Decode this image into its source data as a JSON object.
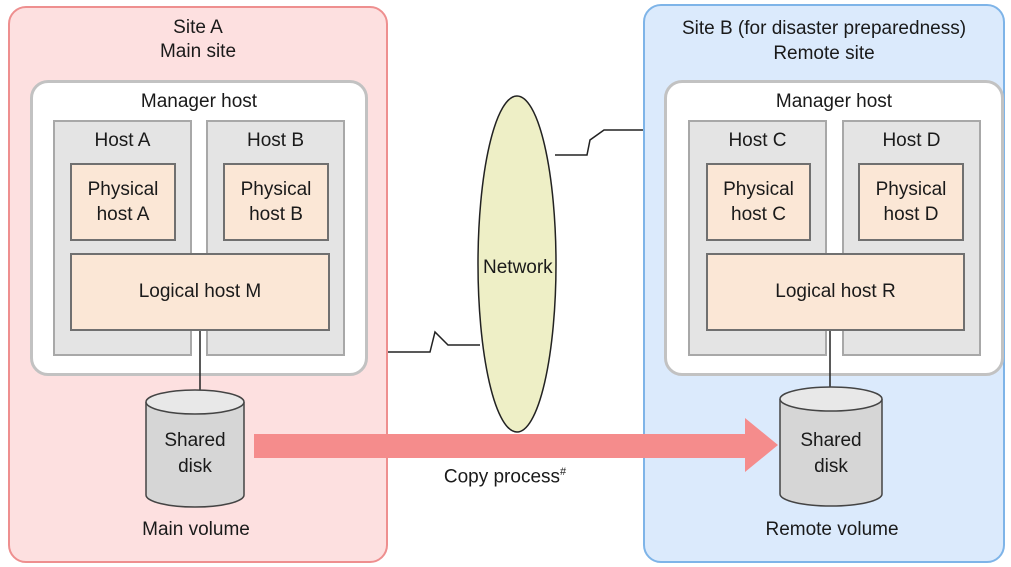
{
  "site_a": {
    "title_line1": "Site A",
    "title_line2": "Main site",
    "manager_label": "Manager host",
    "host_a": {
      "label": "Host A",
      "physical": "Physical\nhost A"
    },
    "host_b": {
      "label": "Host B",
      "physical": "Physical\nhost B"
    },
    "logical": "Logical host M",
    "disk": "Shared\ndisk",
    "volume": "Main volume"
  },
  "site_b": {
    "title_line1": "Site B (for disaster preparedness)",
    "title_line2": "Remote site",
    "manager_label": "Manager host",
    "host_c": {
      "label": "Host C",
      "physical": "Physical\nhost C"
    },
    "host_d": {
      "label": "Host D",
      "physical": "Physical\nhost D"
    },
    "logical": "Logical host R",
    "disk": "Shared\ndisk",
    "volume": "Remote volume"
  },
  "network": {
    "label": "Network"
  },
  "copy": {
    "label": "Copy process",
    "footnote_mark": "#"
  },
  "colors": {
    "site_a_fill": "#fde0e0",
    "site_b_fill": "#dbeafc",
    "network_fill": "#eeefc6",
    "arrow": "#f58c8c",
    "physical_fill": "#fbe7d6",
    "host_fill": "#e4e4e4"
  }
}
